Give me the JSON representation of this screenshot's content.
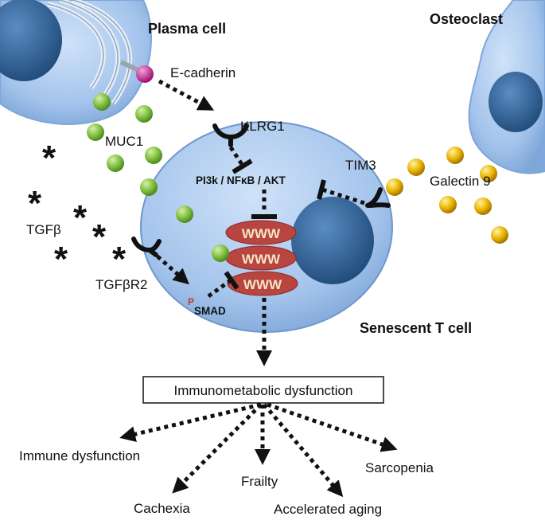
{
  "cells": {
    "plasma": "Plasma cell",
    "osteoclast": "Osteoclast",
    "senescent": "Senescent T cell"
  },
  "molecules": {
    "ecadherin": "E-cadherin",
    "klrg1": "KLRG1",
    "muc1": "MUC1",
    "tim3": "TIM3",
    "galectin9": "Galectin 9",
    "tgfb": "TGFβ",
    "tgfbr2": "TGFβR2",
    "pathway": "PI3k / NFκB / AKT",
    "smad_p": "P",
    "smad": "SMAD",
    "mito_label": "WWW"
  },
  "outcome": {
    "box": "Immunometabolic dysfunction",
    "effects": {
      "immune": "Immune dysfunction",
      "cachexia": "Cachexia",
      "frailty": "Frailty",
      "aging": "Accelerated aging",
      "sarcopenia": "Sarcopenia"
    }
  },
  "colors": {
    "cell_fill": "#a9c8ee",
    "nucleus": "#2c5a8c",
    "mito": "#b8453f",
    "muc1": "#7fbf3f",
    "galectin": "#e9b300",
    "ecadherin_ball": "#c0168c"
  }
}
